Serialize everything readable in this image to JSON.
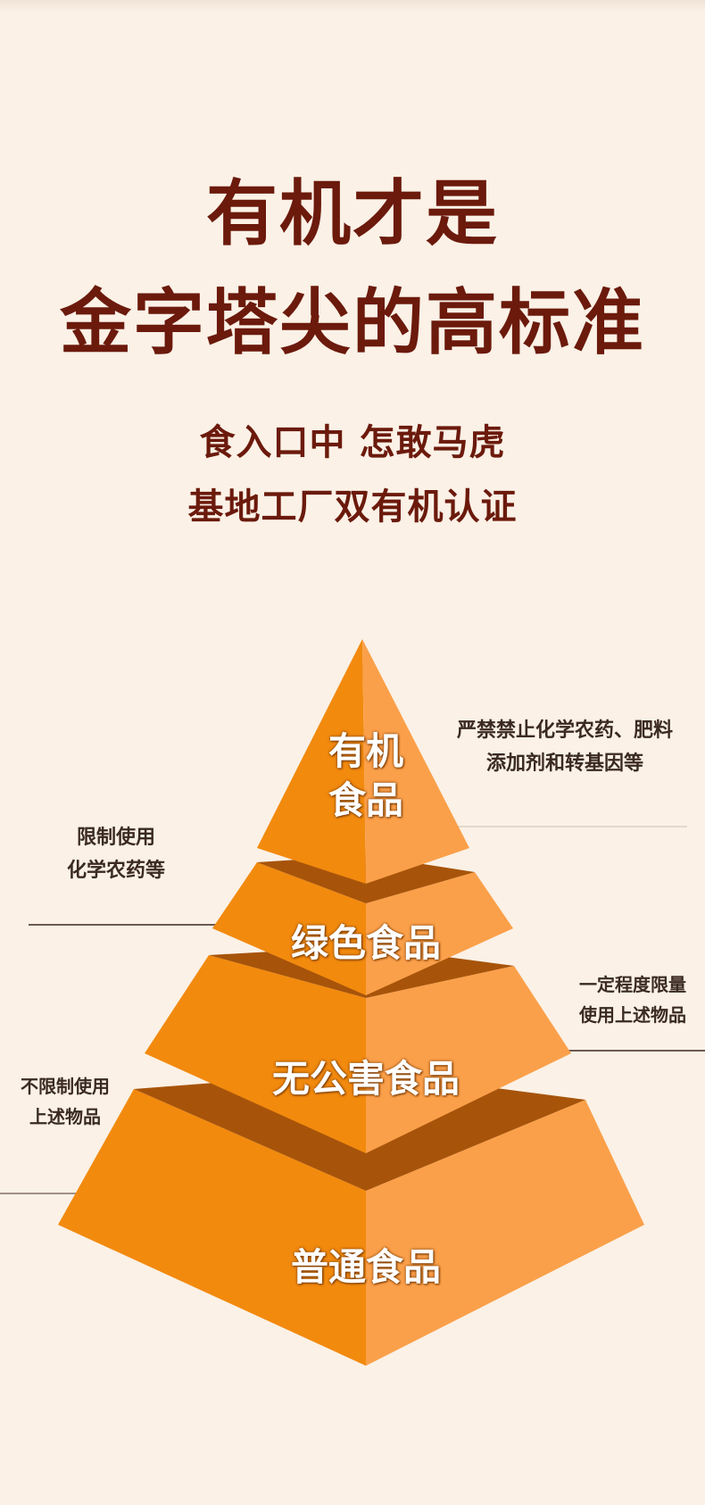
{
  "title_line1": "有机才是",
  "title_line2": "金字塔尖的高标准",
  "subtitle_line1": "食入口中 怎敢马虎",
  "subtitle_line2": "基地工厂双有机认证",
  "pyramid": {
    "tiers": [
      {
        "label": "有机\n食品"
      },
      {
        "label": "绿色食品"
      },
      {
        "label": "无公害食品"
      },
      {
        "label": "普通食品"
      }
    ],
    "notes": {
      "organic": "严禁禁止化学农药、肥料\n添加剂和转基因等",
      "green": "限制使用\n化学农药等",
      "pollution_free": "一定程度限量\n使用上述物品",
      "ordinary": "不限制使用\n上述物品"
    }
  },
  "colors": {
    "title": "#6b1a0c",
    "background": "#fbf1e6",
    "pyramid_left": "#f28a0e",
    "pyramid_right": "#fba04a",
    "pyramid_shadow": "#a7540a"
  }
}
